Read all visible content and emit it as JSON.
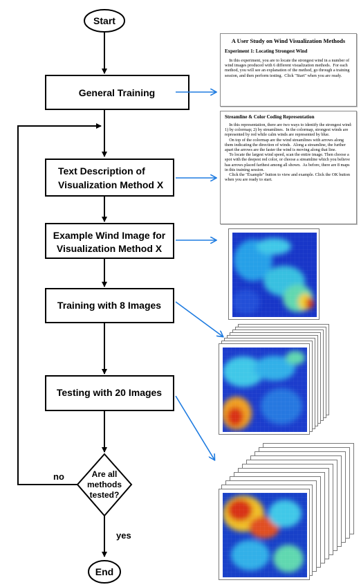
{
  "flow": {
    "start": "Start",
    "general_training": "General Training",
    "text_description": [
      "Text Description of",
      "Visualization Method X"
    ],
    "example_image": [
      "Example Wind Image for",
      "Visualization Method X"
    ],
    "training": "Training with 8 Images",
    "testing": "Testing with 20 Images",
    "decision": [
      "Are all",
      "methods",
      "tested?"
    ],
    "no": "no",
    "yes": "yes",
    "end": "End"
  },
  "panel1": {
    "title": "A User Study on Wind Visualization Methods",
    "subtitle": "Experiment 1: Locating Strongest Wind",
    "body": "    In this experiment, you are to locate the strongest wind in a number of wind images produced with 6 different visualization methods.  For each method, you will see an explanation of the method, go through a training session, and then perform testing.  Click \"Start\" when you are ready."
  },
  "panel2": {
    "title": "Streamline & Color Coding Representation",
    "body": "    In this representation, there are two ways to identify the strongest wind: 1) by colormap; 2) by streamlines.  In the colormap, strongest winds are represented by red while calm winds are represented by blue.\n    On top of the colormap are the wind streamlines with arrows along them indicating the direction of winds.  Along a streamline, the further apart the arrows are the faster the wind is moving along that line.\n    To locate the largest wind speed, scan the entire image. Then choose a spot with the deepest red color, or choose a streamline which you believe has arrows placed farthest among all shown.  As before, there are 8 maps in this training session.\n    Click the \"Example\" button to view and example. Click the OK button when you are ready to start."
  },
  "colors": {
    "arrow_blue": "#1e7be0",
    "line": "#000000",
    "wind_blue": "#1030c0",
    "wind_cyan": "#30c0e8",
    "wind_yellow": "#f0e040",
    "wind_red": "#d02010"
  }
}
